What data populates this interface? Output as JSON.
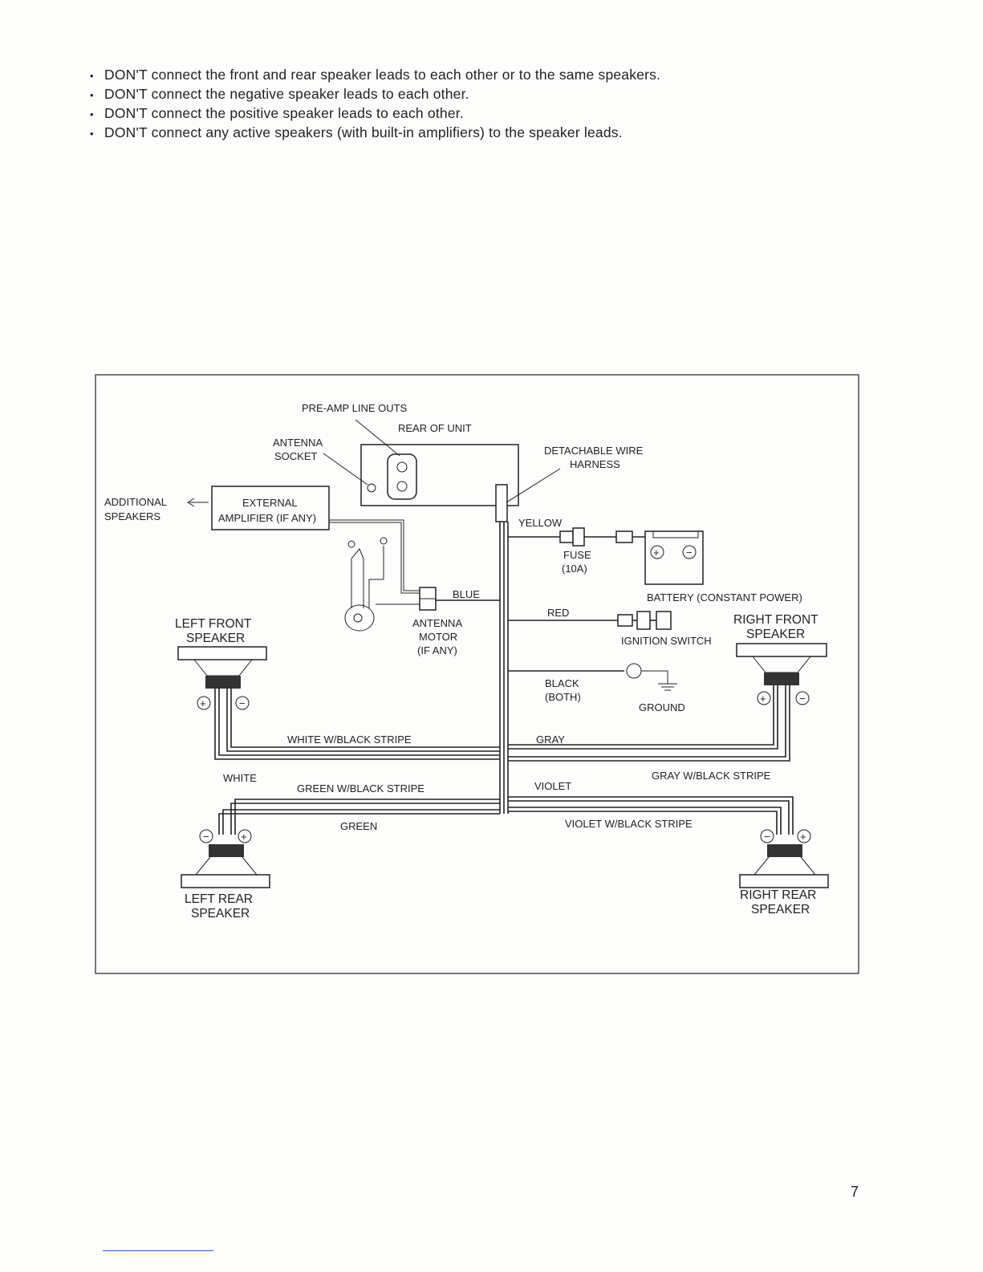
{
  "bullets": [
    "DON'T connect the front and rear speaker leads to each other or to the same speakers.",
    "DON'T connect the negative speaker leads to each other.",
    "DON'T connect the positive speaker leads to each other.",
    "DON'T connect any active speakers (with built-in amplifiers) to the speaker leads."
  ],
  "bullet_marker": "•",
  "diagram": {
    "pre_amp": "PRE-AMP LINE OUTS",
    "rear_of_unit": "REAR OF UNIT",
    "antenna_socket": [
      "ANTENNA",
      "SOCKET"
    ],
    "detachable_harness": [
      "DETACHABLE WIRE",
      "HARNESS"
    ],
    "additional_speakers": [
      "ADDITIONAL",
      "SPEAKERS"
    ],
    "external_amp": [
      "EXTERNAL",
      "AMPLIFIER (IF ANY)"
    ],
    "yellow": "YELLOW",
    "fuse": [
      "FUSE",
      "(10A)"
    ],
    "battery": "BATTERY (CONSTANT POWER)",
    "blue": "BLUE",
    "antenna_motor": [
      "ANTENNA",
      "MOTOR",
      "(IF ANY)"
    ],
    "red": "RED",
    "ignition": "IGNITION SWITCH",
    "left_front": [
      "LEFT FRONT",
      "SPEAKER"
    ],
    "right_front": [
      "RIGHT FRONT",
      "SPEAKER"
    ],
    "black": [
      "BLACK",
      "(BOTH)"
    ],
    "ground": "GROUND",
    "white_black": "WHITE W/BLACK STRIPE",
    "gray": "GRAY",
    "white": "WHITE",
    "gray_black": "GRAY W/BLACK STRIPE",
    "green_black": "GREEN W/BLACK STRIPE",
    "violet": "VIOLET",
    "green": "GREEN",
    "violet_black": "VIOLET W/BLACK STRIPE",
    "left_rear": [
      "LEFT REAR",
      "SPEAKER"
    ],
    "right_rear": [
      "RIGHT REAR",
      "SPEAKER"
    ],
    "plus": "+",
    "minus": "−"
  },
  "page_number": "7"
}
